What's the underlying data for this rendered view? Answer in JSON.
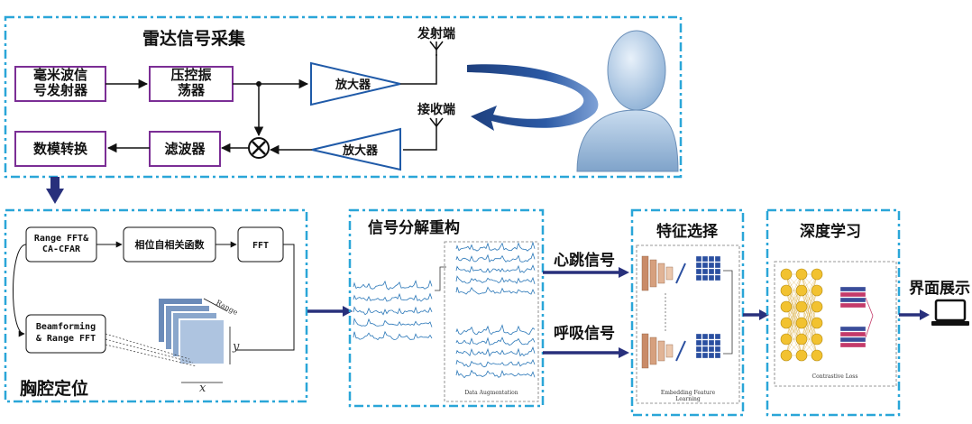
{
  "colors": {
    "section_border": "#2aa6d8",
    "box_border": "#7b2e95",
    "arrow_blue": "#28307c",
    "amp_stroke": "#1f5aa8",
    "skin": "#b9d1ea",
    "signal": "#2a77b8",
    "feat_box": "#2a4fa0",
    "mlp_node": "#f2c230"
  },
  "radar": {
    "title": "雷达信号采集",
    "mmwave_source": "毫米波信号发射器",
    "vco": "压控振荡器",
    "tx_amp": "放大器",
    "rx_amp": "放大器",
    "tx_label": "发射端",
    "rx_label": "接收端",
    "filter": "滤波器",
    "adc": "数模转换"
  },
  "chest": {
    "title": "胸腔定位",
    "range_fft": "Range FFT&\nCA-CFAR",
    "autocorr": "相位自相关函数",
    "fft": "FFT",
    "beamforming": "Beamforming\n& Range FFT",
    "axis_x": "x",
    "axis_y": "y",
    "range_label": "Range"
  },
  "decomp": {
    "title": "信号分解重构",
    "caption": "Data Augmentation"
  },
  "signals": {
    "heartbeat": "心跳信号",
    "respiration": "呼吸信号"
  },
  "features": {
    "title": "特征选择",
    "caption": "Embedding Feature\nLearning"
  },
  "deep": {
    "title": "深度学习",
    "caption": "Contrastive Loss"
  },
  "output": {
    "label": "界面展示"
  }
}
